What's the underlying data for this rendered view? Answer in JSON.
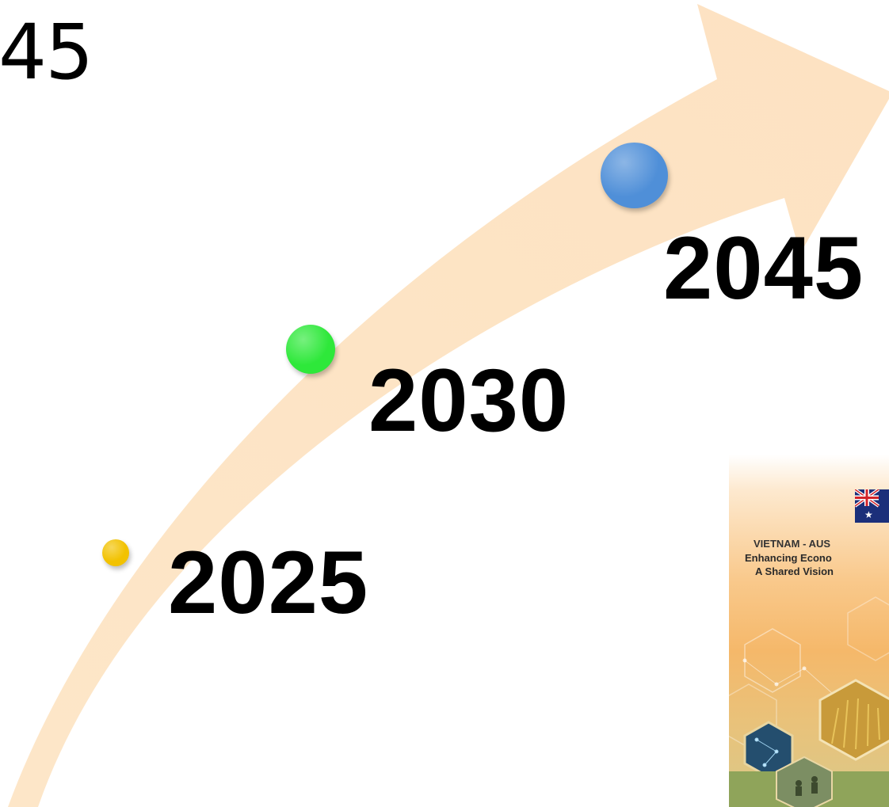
{
  "corner_text": "45",
  "milestones": [
    {
      "year": "2025",
      "dot_color": "#f2c200"
    },
    {
      "year": "2030",
      "dot_color": "#2ee83a"
    },
    {
      "year": "2045",
      "dot_color": "#4f8fd8"
    }
  ],
  "arrow_color": "#fde6c8",
  "cover": {
    "line1": "VIETNAM - AUS",
    "line2": "Enhancing Econo",
    "line3": "A Shared Vision"
  }
}
